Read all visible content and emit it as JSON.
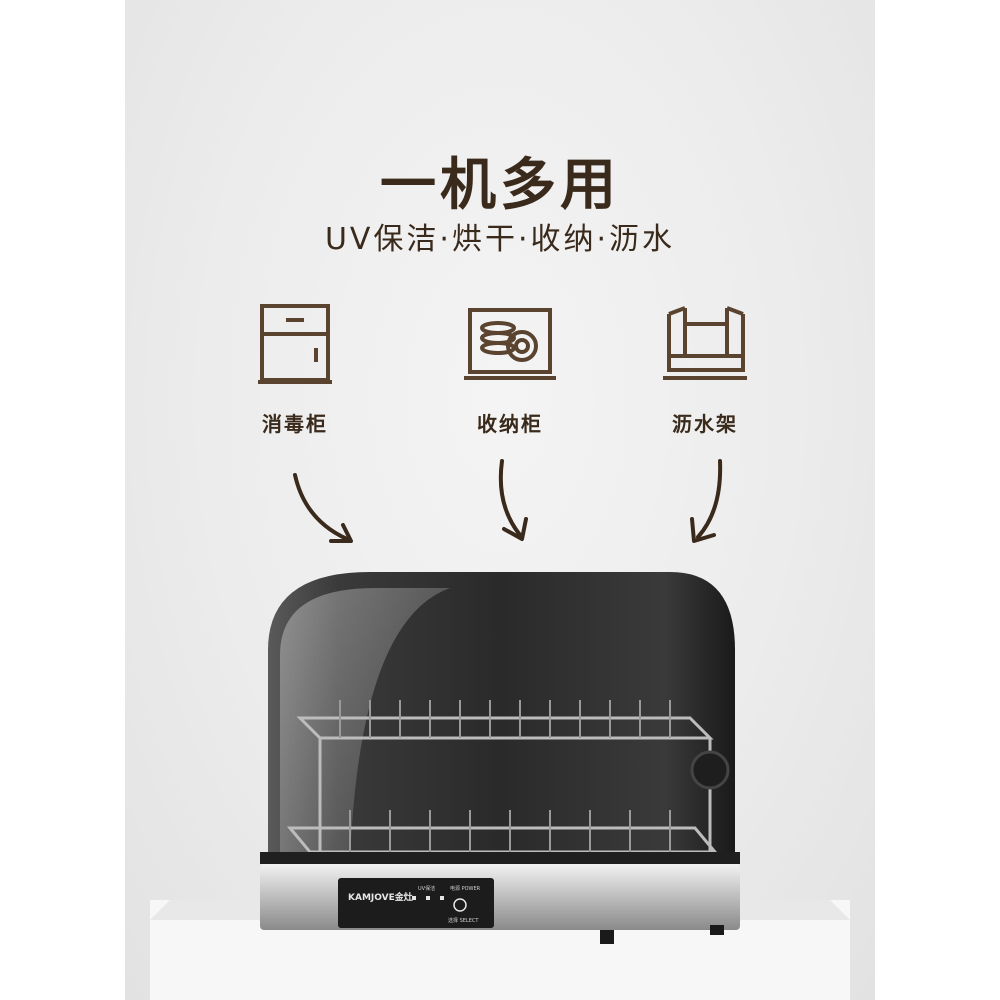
{
  "header": {
    "title": "一机多用",
    "subtitle": "UV保洁·烘干·收纳·沥水"
  },
  "features": [
    {
      "icon": "cabinet-icon",
      "label": "消毒柜"
    },
    {
      "icon": "dish-rack-icon",
      "label": "收纳柜"
    },
    {
      "icon": "drain-rack-icon",
      "label": "沥水架"
    }
  ],
  "product": {
    "brand": "KAMJOVE金灶",
    "panel_labels": [
      "电源 POWER",
      "UV保洁",
      "选择 SELECT"
    ]
  },
  "colors": {
    "text": "#3a2a1c",
    "icon": "#5a4430",
    "wall": "#ececec"
  }
}
